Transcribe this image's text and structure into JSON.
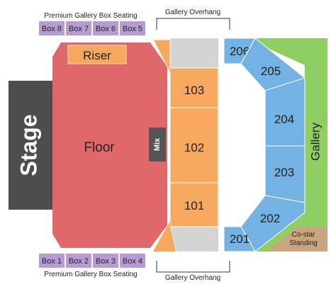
{
  "venue": {
    "premium_box_label": "Premium Gallery Box Seating",
    "gallery_overhang_label": "Gallery Overhang"
  },
  "boxes_top": [
    {
      "label": "Box 8"
    },
    {
      "label": "Box 7"
    },
    {
      "label": "Box 6"
    },
    {
      "label": "Box 5"
    }
  ],
  "boxes_bottom": [
    {
      "label": "Box 1"
    },
    {
      "label": "Box 2"
    },
    {
      "label": "Box 3"
    },
    {
      "label": "Box 4"
    }
  ],
  "stage": {
    "label": "Stage"
  },
  "riser": {
    "label": "Riser"
  },
  "floor": {
    "label": "Floor"
  },
  "mix": {
    "label": "Mix"
  },
  "sections_100": [
    {
      "label": "103"
    },
    {
      "label": "102"
    },
    {
      "label": "101"
    }
  ],
  "sections_200": [
    {
      "label": "206"
    },
    {
      "label": "205"
    },
    {
      "label": "204"
    },
    {
      "label": "203"
    },
    {
      "label": "202"
    },
    {
      "label": "201"
    }
  ],
  "gallery": {
    "label": "Gallery"
  },
  "costar": {
    "line1": "Co-star",
    "line2": "Standing"
  },
  "colors": {
    "box": "#b79bd3",
    "stage": "#4d4d4d",
    "floor": "#e0686a",
    "riser": "#f6a95c",
    "mix": "#555555",
    "orange_section": "#f6a95c",
    "gray_area": "#d4d4d4",
    "blue_section": "#74b2e4",
    "gallery": "#8ece63",
    "costar": "#c9a47e"
  }
}
